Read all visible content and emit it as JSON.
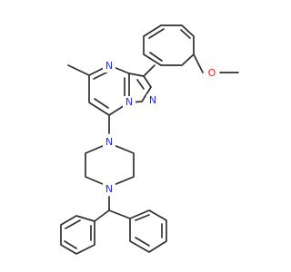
{
  "atoms": {
    "n_pyrimidine": "N",
    "n_pyrazole": "N",
    "n_bridge": "N",
    "o_methoxy": "O",
    "n_piperazine_top": "N",
    "n_piperazine_bottom": "N"
  },
  "colors": {
    "nitrogen": "#1f2cff",
    "oxygen": "#ff1a1a",
    "bond": "#2f2f2f"
  }
}
